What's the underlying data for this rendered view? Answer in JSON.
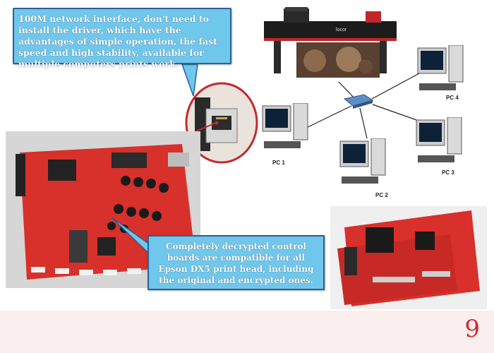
{
  "callouts": {
    "network": "100M network interface, don't need to install the driver, which have the advantages of simple operation, the fast speed and high stability, available for multiple computers prints work.",
    "decrypted": "Completely decrypted control boards are compatible for all Epson DX5 print head, including the original and encrypted ones."
  },
  "printer_brand": "locor",
  "pcs": [
    {
      "label": "PC 1"
    },
    {
      "label": "PC 2"
    },
    {
      "label": "PC 3"
    },
    {
      "label": "PC 4"
    }
  ],
  "page_number": "9",
  "colors": {
    "callout_fill": "#6fc7ec",
    "callout_border": "#2a5f9a",
    "board_red": "#e0322c",
    "page_number": "#d12a2a",
    "footer_band": "#fbeeee"
  },
  "icons": [
    "printer-icon",
    "network-switch-icon",
    "desktop-computer-icon",
    "ethernet-port-icon"
  ]
}
